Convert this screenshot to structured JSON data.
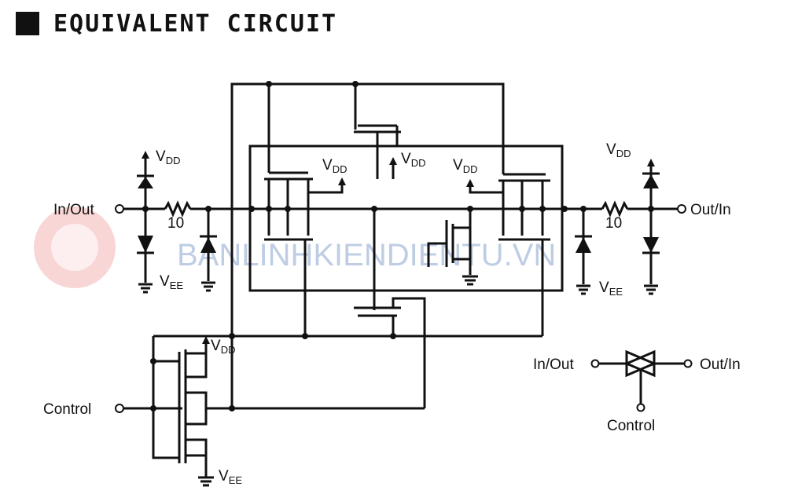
{
  "title": "EQUIVALENT CIRCUIT",
  "labels": {
    "in_out": "In/Out",
    "out_in": "Out/In",
    "control": "Control",
    "resistor": "10",
    "v": "V",
    "dd": "DD",
    "ee": "EE"
  },
  "symbol": {
    "in_out": "In/Out",
    "out_in": "Out/In",
    "control": "Control"
  },
  "watermark": "BANLINHKIENDIENTU.VN"
}
